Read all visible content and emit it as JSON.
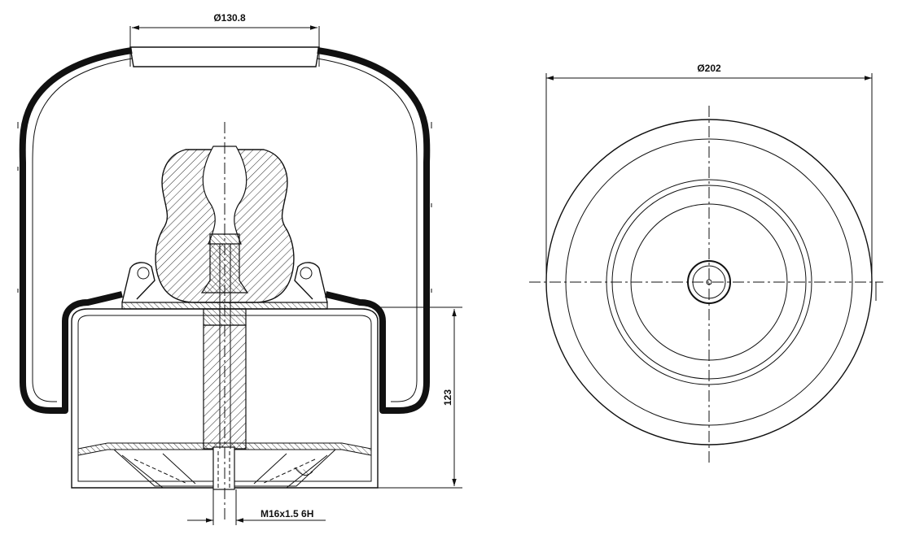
{
  "dimensions": {
    "top_diameter": "Ø130.8",
    "outer_diameter": "Ø202",
    "height": "123",
    "thread": "M16x1.5 6H"
  },
  "colors": {
    "line": "#111111",
    "background": "#ffffff"
  }
}
